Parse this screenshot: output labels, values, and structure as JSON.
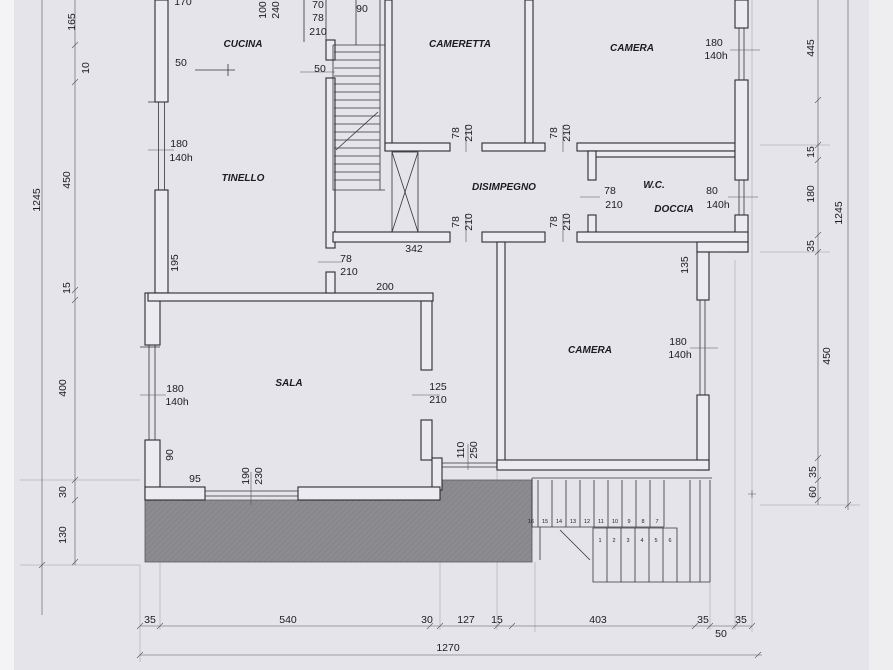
{
  "colors": {
    "paper": "#e4e4ea",
    "walls": "#2c2c30",
    "terrace": "#8c8c90"
  },
  "rooms": {
    "cucina": "CUCINA",
    "cameretta": "CAMERETTA",
    "camera_north": "CAMERA",
    "tinello": "TINELLO",
    "disimpegno": "DISIMPEGNO",
    "wc": "W.C.",
    "doccia": "DOCCIA",
    "camera_south": "CAMERA",
    "sala": "SALA"
  },
  "openings": {
    "cucina_top": "170",
    "cucina_door": [
      "100",
      "240"
    ],
    "stair_door": [
      "70",
      "78",
      "210"
    ],
    "stair_width": "90",
    "cucina_counter": "50",
    "stair_opening": "50",
    "camera_north_window": [
      "180",
      "140h"
    ],
    "cameretta_door": [
      "78",
      "210"
    ],
    "camera_north_door": [
      "78",
      "210"
    ],
    "tinello_window": [
      "180",
      "140h"
    ],
    "wc_door": [
      "78",
      "210"
    ],
    "wc_window": [
      "80",
      "140h"
    ],
    "disimpegno_door_west": [
      "78",
      "210"
    ],
    "disimpegno_door_east": [
      "78",
      "210"
    ],
    "tinello_door": [
      "78",
      "210"
    ],
    "camera_south_window": [
      "180",
      "140h"
    ],
    "sala_window": [
      "180",
      "140h"
    ],
    "sala_door": [
      "125",
      "210"
    ],
    "entrance_door": [
      "110",
      "250"
    ],
    "sala_bottom_opening": [
      "190",
      "230"
    ]
  },
  "inner_dimensions": {
    "hall_length": "342",
    "tinello_depth": "195",
    "camera_step": "135",
    "sala_top": "200",
    "sala_corner": "90",
    "sala_bottom": "95"
  },
  "dimensions": {
    "left_total": "1245",
    "left": [
      "165",
      "10",
      "450",
      "15",
      "400",
      "30",
      "130"
    ],
    "right_total": "1245",
    "right": [
      "445",
      "15",
      "180",
      "35",
      "450",
      "35",
      "60"
    ],
    "bottom": [
      "35",
      "540",
      "30",
      "127",
      "15",
      "403",
      "35",
      "35",
      "50"
    ],
    "bottom_total": "1270"
  },
  "stairs": {
    "upper": [
      "16",
      "15",
      "14",
      "13",
      "12",
      "11",
      "10",
      "9",
      "8",
      "7"
    ],
    "lower": [
      "1",
      "2",
      "3",
      "4",
      "5",
      "6"
    ]
  }
}
